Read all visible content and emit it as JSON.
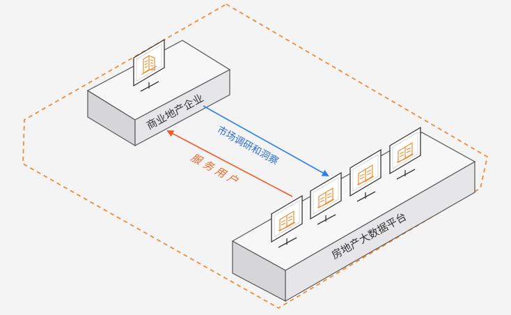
{
  "nodes": {
    "enterprise": {
      "label": "商业地产企业"
    },
    "platform": {
      "label": "房地产大数据平台"
    }
  },
  "edges": {
    "research": {
      "label": "市场调研和洞察"
    },
    "service": {
      "label": "服 务  用 户"
    }
  },
  "icons": [
    "monitor-building-icon",
    "monitor-book-icon"
  ],
  "colors": {
    "background": "#f4f4f4",
    "boundary": "#f08a33",
    "blue_arrow": "#2b7ff0",
    "orange_arrow": "#ef5a28",
    "icon_orange": "#f28c2a",
    "block_top": "#f7f7f7",
    "block_left": "#d6d6d9",
    "block_front": "#e6e6e8",
    "block_stroke": "#555555"
  }
}
